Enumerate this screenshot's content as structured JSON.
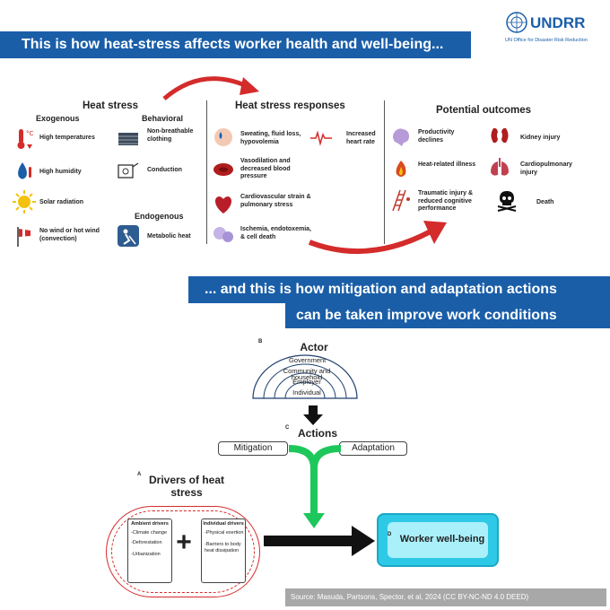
{
  "logo": {
    "name": "UNDRR",
    "subtitle": "UN Office for Disaster Risk Reduction"
  },
  "banner1": "This is how heat-stress affects worker health and well-being...",
  "heat_stress": {
    "title": "Heat stress",
    "exogenous_title": "Exogenous",
    "behavioral_title": "Behavioral",
    "endogenous_title": "Endogenous",
    "exogenous": [
      "High temperatures",
      "High humidity",
      "Solar radiation",
      "No wind or hot wind (convection)"
    ],
    "behavioral": [
      "Non-breathable clothing",
      "Conduction"
    ],
    "endogenous": [
      "Metabolic heat"
    ]
  },
  "responses": {
    "title": "Heat stress responses",
    "items": [
      "Sweating, fluid loss, hypovolemia",
      "Increased heart rate",
      "Vasodilation and decreased blood pressure",
      "Cardiovascular strain & pulmonary stress",
      "Ischemia, endotoxemia, & cell death"
    ]
  },
  "outcomes": {
    "title": "Potential outcomes",
    "items": [
      "Productivity declines",
      "Kidney injury",
      "Heat-related illness",
      "Cardiopulmonary injury",
      "Traumatic injury & reduced cognitive performance",
      "Death"
    ]
  },
  "banner2": {
    "line1": "... and this is how mitigation and adaptation actions",
    "line2": "can be taken improve  work conditions"
  },
  "framework": {
    "label_a": "A",
    "label_b": "B",
    "label_c": "C",
    "label_d": "D",
    "actor_title": "Actor",
    "actor_layers": [
      "Government",
      "Community and household",
      "Employer",
      "Individual"
    ],
    "actions_title": "Actions",
    "mitigation": "Mitigation",
    "adaptation": "Adaptation",
    "drivers_title": "Drivers of heat stress",
    "ambient_title": "Ambient drivers",
    "ambient_items": [
      "-Climate change",
      "-Deforestation",
      "-Urbanization"
    ],
    "individual_title": "Individual drivers",
    "individual_items": [
      "-Physical exertion",
      "-Barriers to body heat dissipation"
    ],
    "plus": "+",
    "worker": "Worker well-being"
  },
  "source": "Source: Masuda, Partsons, Spector, et al, 2024 (CC BY-NC-ND 4.0 DEED)",
  "colors": {
    "banner": "#1a5ea8",
    "arrow_red": "#d42b2b",
    "connector_green": "#1ec75b",
    "worker_fill": "#2ec9e6",
    "drivers_border": "#d42b2b"
  }
}
